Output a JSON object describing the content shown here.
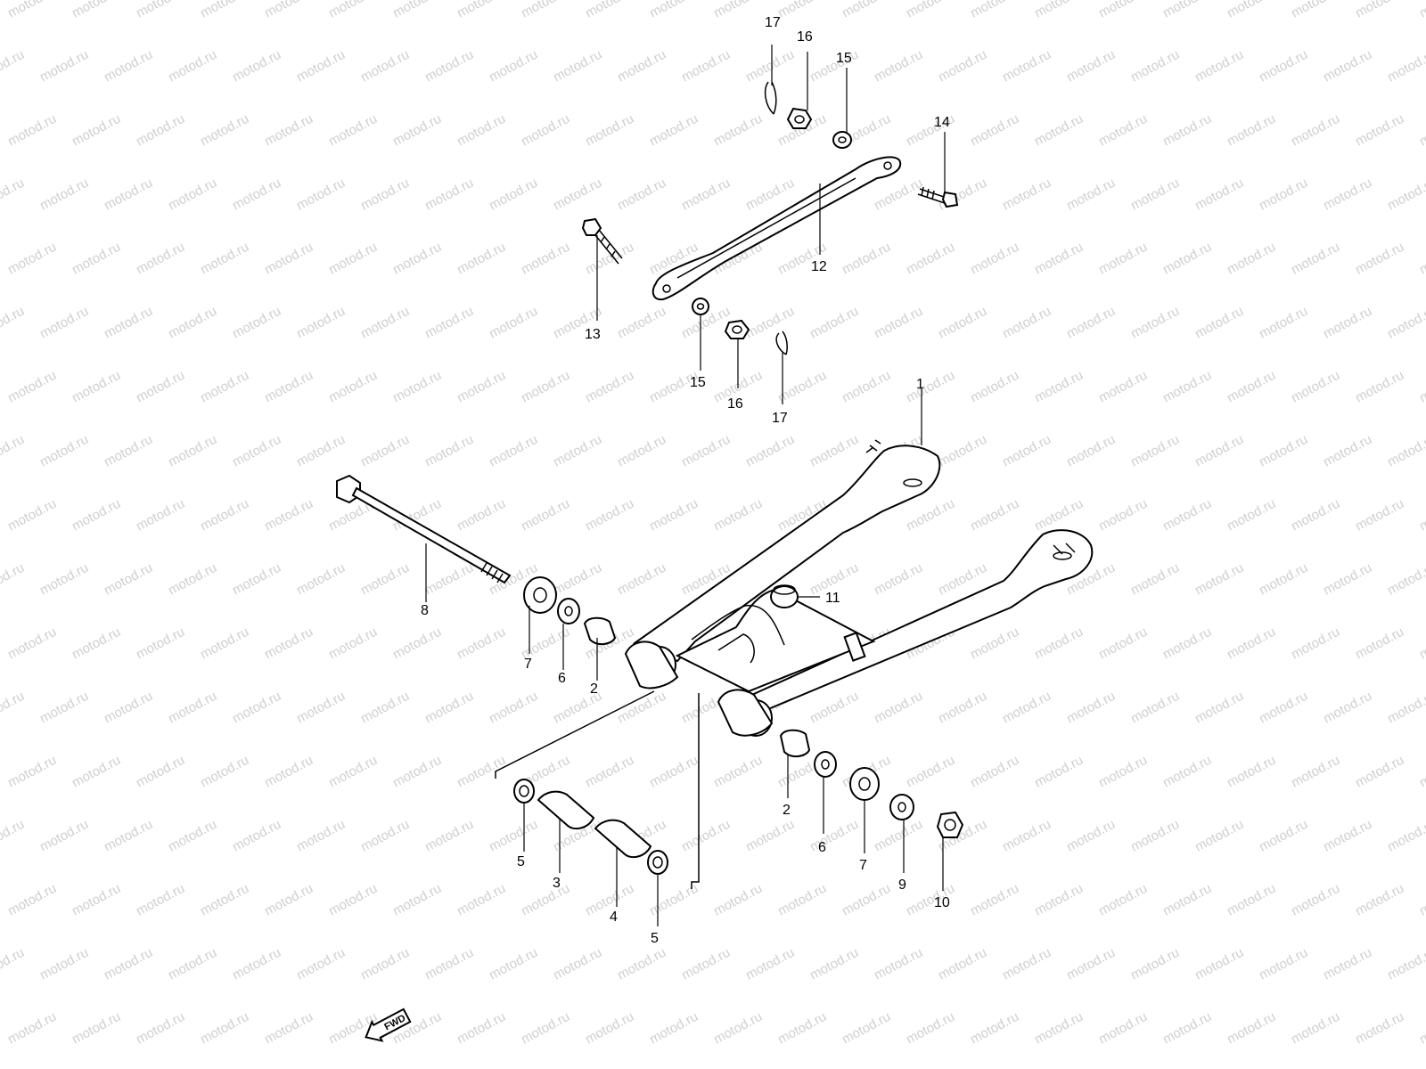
{
  "watermark": {
    "text": "motod.ru",
    "color": "#cfcfcf"
  },
  "direction_badge": {
    "label": "FWD",
    "icon": "direction-arrow-icon"
  },
  "callouts": [
    {
      "num": "1"
    },
    {
      "num": "2"
    },
    {
      "num": "2"
    },
    {
      "num": "3"
    },
    {
      "num": "4"
    },
    {
      "num": "5"
    },
    {
      "num": "5"
    },
    {
      "num": "6"
    },
    {
      "num": "6"
    },
    {
      "num": "7"
    },
    {
      "num": "7"
    },
    {
      "num": "8"
    },
    {
      "num": "9"
    },
    {
      "num": "10"
    },
    {
      "num": "11"
    },
    {
      "num": "12"
    },
    {
      "num": "13"
    },
    {
      "num": "14"
    },
    {
      "num": "15"
    },
    {
      "num": "15"
    },
    {
      "num": "16"
    },
    {
      "num": "16"
    },
    {
      "num": "17"
    },
    {
      "num": "17"
    }
  ]
}
